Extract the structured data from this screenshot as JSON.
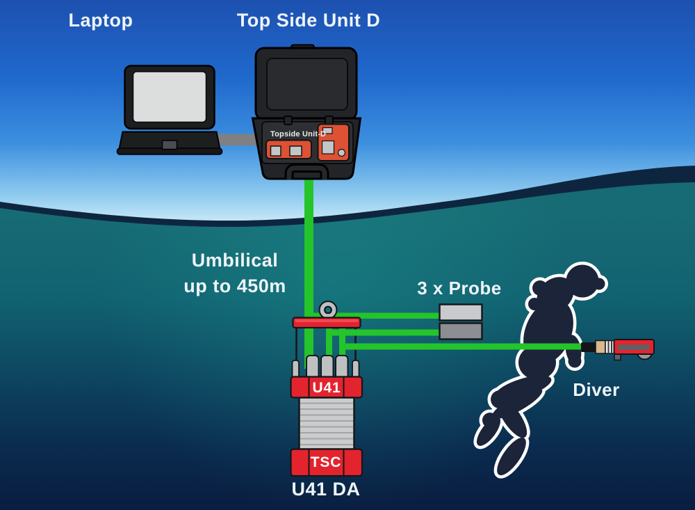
{
  "diagram": {
    "labels": {
      "laptop": "Laptop",
      "top_side_unit": "Top Side Unit D",
      "umbilical_line1": "Umbilical",
      "umbilical_line2": "up to 450m",
      "probes": "3 x Probe",
      "diver": "Diver",
      "case_panel": "Topside Unit-D",
      "module_top": "U41",
      "module_bottom": "TSC",
      "module_name": "U41 DA"
    },
    "colors": {
      "sky_top": "#1d51b0",
      "sky_horizon": "#cdebf8",
      "water_teal": "#176b74",
      "water_deep_navy": "#091d3f",
      "water_surface_shadow": "#0e2540",
      "cable_green": "#25c42a",
      "equipment_red": "#e3242e",
      "case_orange": "#dd5134",
      "case_black": "#232428",
      "diver_silhouette": "#1b2438",
      "label_text": "#eef4f8"
    },
    "icons": {
      "laptop": "laptop-icon",
      "topside_case": "equipment-case-icon",
      "umbilical": "umbilical-cable-icon",
      "lifting_ring": "lifting-ring-icon",
      "subsea_module": "subsea-module-icon",
      "probes": "probe-icon",
      "diver": "diver-silhouette-icon",
      "handheld_probe": "handheld-probe-icon"
    }
  }
}
